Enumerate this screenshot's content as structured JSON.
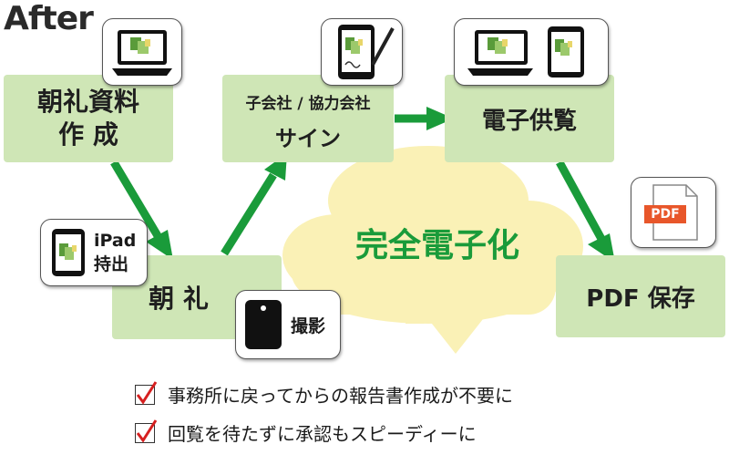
{
  "title": "After",
  "center_label": "完全電子化",
  "nodes": {
    "create": "朝礼資料\n作 成",
    "assembly": "朝 礼",
    "sign_top": "子会社 / 協力会社",
    "sign_bottom": "サイン",
    "share": "電子供覧",
    "pdf": "PDF 保存"
  },
  "badges": {
    "ipad_line1": "iPad",
    "ipad_line2": "持出",
    "photo": "撮影",
    "pdf_icon": "PDF"
  },
  "checklist": [
    "事務所に戻ってからの報告書作成が不要に",
    "回覧を待たずに承認もスピーディーに"
  ],
  "colors": {
    "box": "#cfe6b6",
    "arrow": "#1a9b3a",
    "cloud": "#faf1b6",
    "title_green": "#1a9b3a",
    "pdf_red": "#e8562a",
    "check": "#d62020"
  }
}
